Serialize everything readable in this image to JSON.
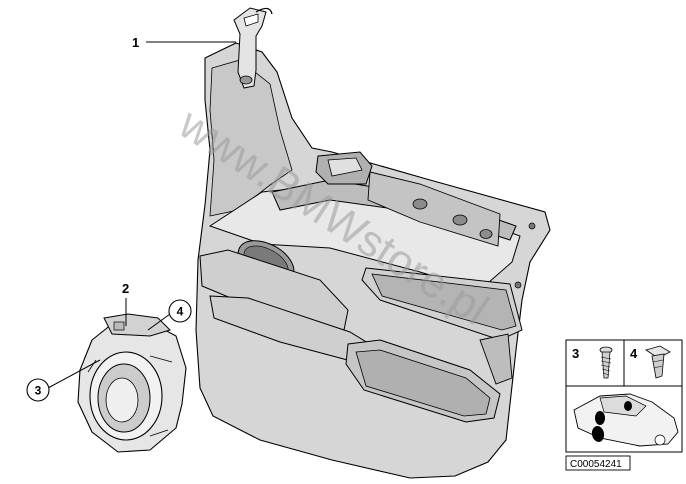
{
  "watermark": "www.BMWstore.pl",
  "parts": {
    "p1": "1",
    "p2": "2",
    "p3": "3",
    "p4": "4"
  },
  "legend": {
    "screw_label": "3",
    "clip_label": "4"
  },
  "diagram_code": "C00054241",
  "colors": {
    "panel_fill": "#dcdcdc",
    "panel_dark": "#b8b8b8",
    "line": "#000000",
    "speaker_marks": "#000000"
  }
}
